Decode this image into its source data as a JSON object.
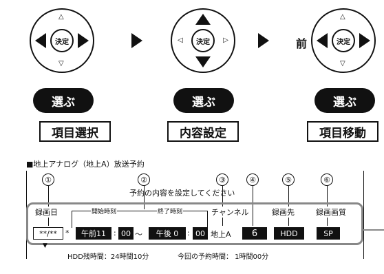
{
  "dpads": [
    {
      "center": "決定"
    },
    {
      "center": "決定"
    },
    {
      "center": "決定"
    }
  ],
  "mae": "前",
  "steps": [
    {
      "action": "選ぶ",
      "label": "項目選択"
    },
    {
      "action": "選ぶ",
      "label": "内容設定"
    },
    {
      "action": "選ぶ",
      "label": "項目移動"
    }
  ],
  "panel": {
    "title": "■地上アナログ（地上A）放送予約",
    "numbers": [
      "①",
      "②",
      "③",
      "④",
      "⑤",
      "⑥"
    ],
    "instruction": "予約の内容を設定してください",
    "columns": [
      "録画日",
      "開始時刻",
      "終了時刻",
      "チャンネル",
      "録画先",
      "録画画質"
    ],
    "fields": {
      "date": "**/**",
      "weekday": "*",
      "start_ampm_hour": "午前11",
      "start_minute": "00",
      "tilde": "〜",
      "end_ampm_hour": "午後 0",
      "end_minute": "00",
      "channel": "地上A",
      "channel_num": "6",
      "dest": "HDD",
      "quality": "SP"
    },
    "footer": {
      "hdd_remaining": "HDD残時間：24時間10分",
      "reservation_time": "今回の予約時間： 1時間00分"
    }
  }
}
